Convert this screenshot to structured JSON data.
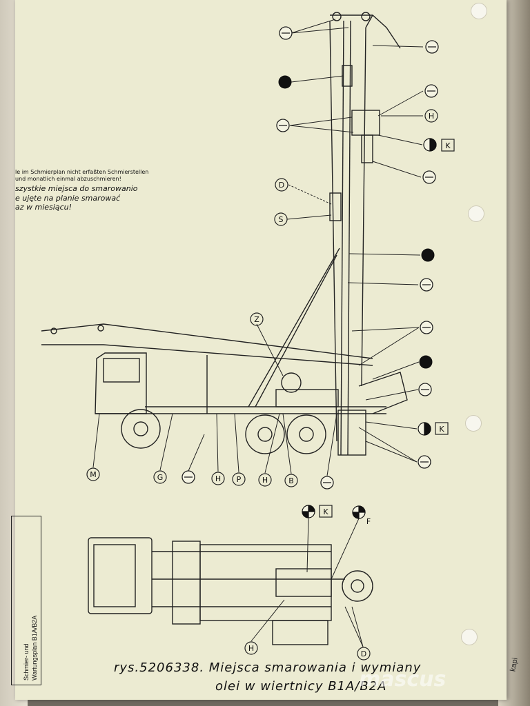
{
  "notes": {
    "german_line1": "le im Schmierplan nicht erfaßten Schmierstellen",
    "german_line2": "und monatlich einmal abzuschmieren!",
    "polish_line1": "szystkie miejsca do smarowanio",
    "polish_line2": "e ujęte na planie smarować",
    "polish_line3": "az w miesiącu!"
  },
  "caption": {
    "line1": "rys.5206338. Miejsca smarowania i wymiany",
    "line2": "olei w wiertnicy B1A/B2A"
  },
  "title_block": {
    "text1": "Schmier- und",
    "text2": "Wartungsplan B1A/B2A"
  },
  "markers": {
    "Z": "Z",
    "D": "D",
    "S": "S",
    "H": "H",
    "K": "K",
    "M": "M",
    "G": "G",
    "P": "P",
    "B": "B",
    "F": "F"
  },
  "watermark": "mascus",
  "side_tab": "kapi"
}
